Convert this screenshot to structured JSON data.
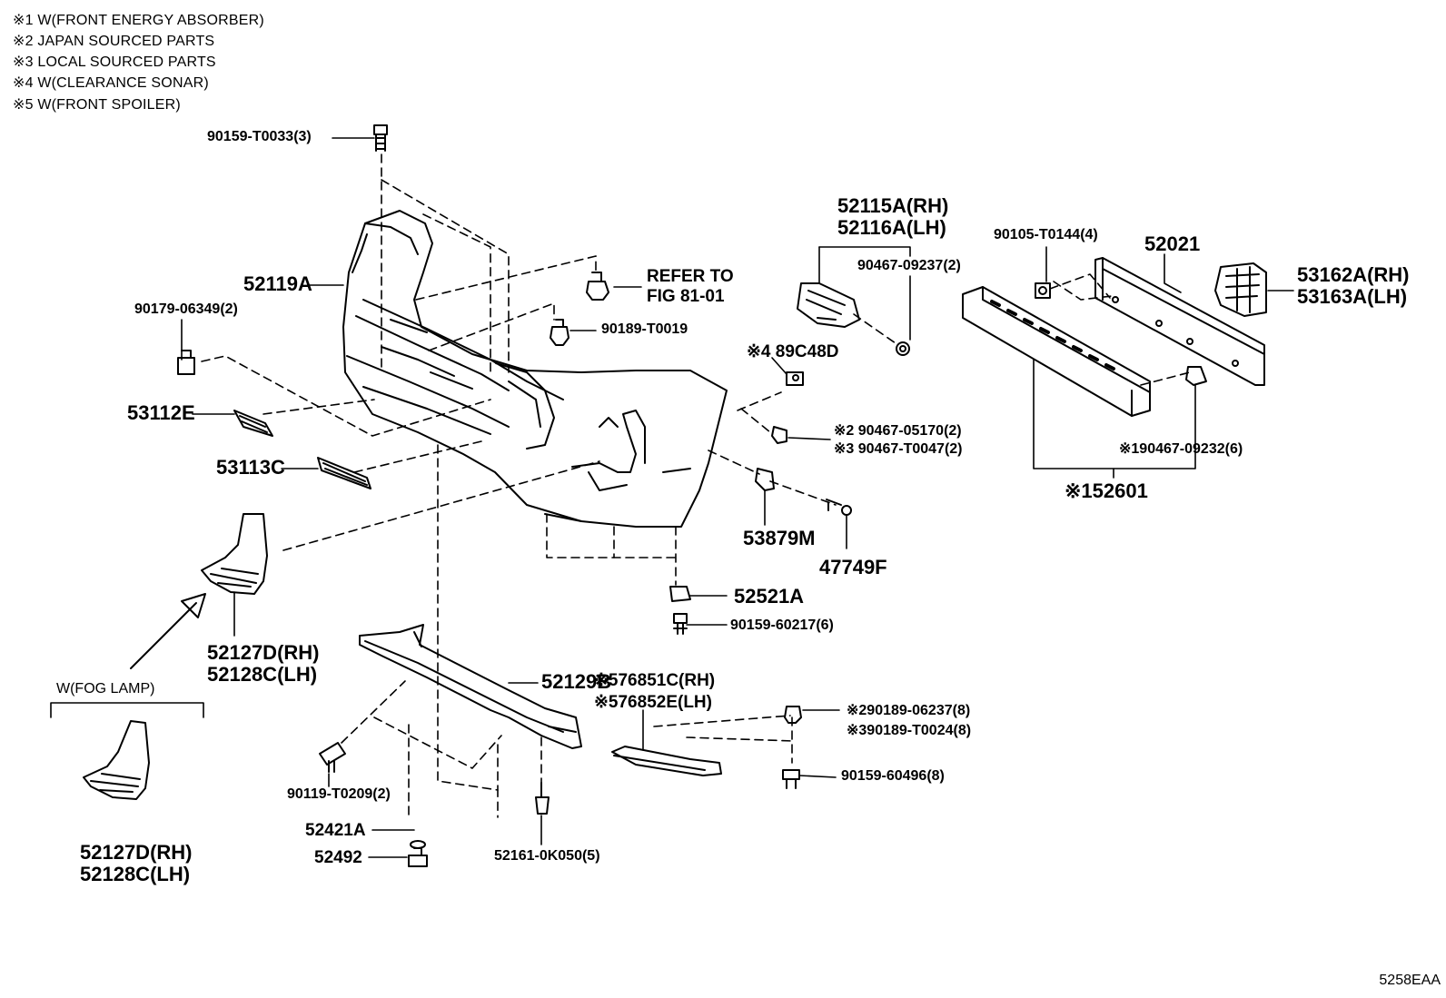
{
  "notes": [
    "※1 W(FRONT ENERGY ABSORBER)",
    "※2 JAPAN SOURCED PARTS",
    "※3 LOCAL SOURCED PARTS",
    "※4 W(CLEARANCE SONAR)",
    "※5 W(FRONT SPOILER)"
  ],
  "labels": {
    "p90159_T0033": "90159-T0033(3)",
    "p52119A": "52119A",
    "p90179_06349": "90179-06349(2)",
    "refer_to_1": "REFER TO",
    "refer_to_2": "FIG 81-01",
    "p90189_T0019": "90189-T0019",
    "p53112E": "53112E",
    "p53113C": "53113C",
    "p52115A": "52115A(RH)",
    "p52116A": "52116A(LH)",
    "p90467_09237": "90467-09237(2)",
    "p89C48D": "※4 89C48D",
    "p90467_05170": "※2 90467-05170(2)",
    "p90467_T0047": "※3 90467-T0047(2)",
    "p53879M": "53879M",
    "p47749F": "47749F",
    "p90105_T0144": "90105-T0144(4)",
    "p52021": "52021",
    "p53162A": "53162A(RH)",
    "p53163A": "53163A(LH)",
    "p90467_09232": "※190467-09232(6)",
    "p52601": "※152601",
    "p52521A": "52521A",
    "p90159_60217": "90159-60217(6)",
    "p52127D_a": "52127D(RH)",
    "p52128C_a": "52128C(LH)",
    "fog_lamp": "W(FOG LAMP)",
    "p52127D_b": "52127D(RH)",
    "p52128C_b": "52128C(LH)",
    "p52129B": "52129B",
    "p76851C": "※576851C(RH)",
    "p76852E": "※576852E(LH)",
    "p90189_06237": "※290189-06237(8)",
    "p90189_T0024": "※390189-T0024(8)",
    "p90159_60496": "90159-60496(8)",
    "p90119_T0209": "90119-T0209(2)",
    "p52421A": "52421A",
    "p52492": "52492",
    "p52161_0K050": "52161-0K050(5)"
  },
  "diagram_code": "5258EAA"
}
